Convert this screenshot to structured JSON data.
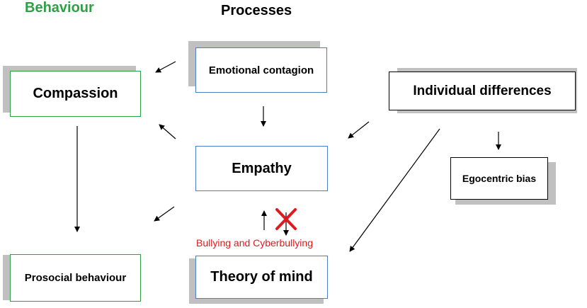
{
  "headings": {
    "behaviour": "Behaviour",
    "processes": "Processes"
  },
  "boxes": {
    "emotional_contagion": "Emotional contagion",
    "compassion": "Compassion",
    "individual_differences": "Individual differences",
    "empathy": "Empathy",
    "egocentric_bias": "Egocentric bias",
    "prosocial_behaviour": "Prosocial behaviour",
    "theory_of_mind": "Theory of mind"
  },
  "annotation": {
    "bullying": "Bullying and Cyberbullying"
  },
  "colors": {
    "behaviour_green": "#2ea043",
    "process_blue": "#4a7ec9",
    "shadow_gray": "#c0c0c0",
    "cross_red": "#e0191f",
    "bullying_red": "#e0191f"
  }
}
